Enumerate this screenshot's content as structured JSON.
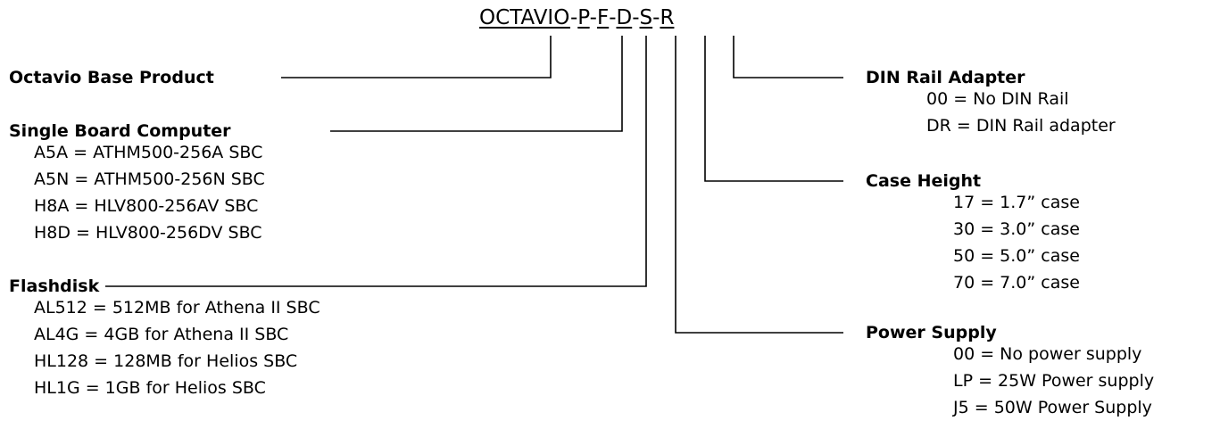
{
  "part_number": {
    "base": "OCTAVIO",
    "sep": "-",
    "codes": [
      "P",
      "F",
      "D",
      "S",
      "R"
    ]
  },
  "sections": {
    "base": {
      "title": "Octavio Base Product",
      "options": []
    },
    "sbc": {
      "title": "Single Board Computer",
      "options": [
        "A5A = ATHM500-256A SBC",
        "A5N = ATHM500-256N SBC",
        "H8A = HLV800-256AV SBC",
        "H8D = HLV800-256DV SBC"
      ]
    },
    "flash": {
      "title": "Flashdisk",
      "options": [
        "AL512 = 512MB for Athena II SBC",
        "AL4G = 4GB for Athena II SBC",
        "HL128 = 128MB for Helios SBC",
        "HL1G = 1GB for Helios SBC"
      ]
    },
    "din": {
      "title": "DIN Rail Adapter",
      "options": [
        "00 = No DIN Rail",
        "DR = DIN Rail adapter"
      ]
    },
    "case": {
      "title": "Case Height",
      "options": [
        "17 = 1.7” case",
        "30 = 3.0” case",
        "50 = 5.0” case",
        "70 = 7.0” case"
      ]
    },
    "power": {
      "title": "Power Supply",
      "options": [
        "00 = No power supply",
        "LP = 25W Power supply",
        "J5 = 50W Power Supply"
      ]
    }
  }
}
